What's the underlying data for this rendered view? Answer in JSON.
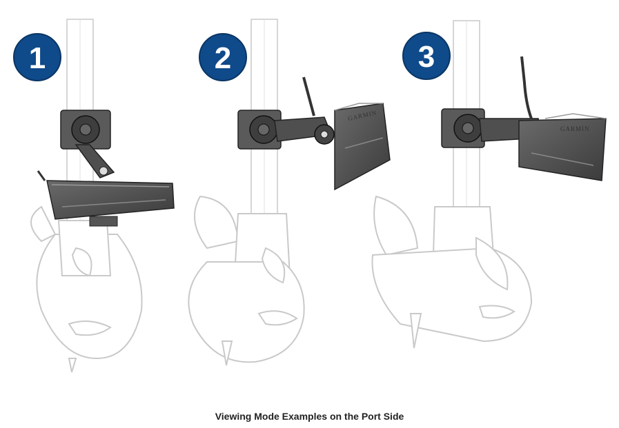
{
  "caption": "Viewing Mode Examples on the Port Side",
  "panels": [
    {
      "number": "1",
      "brand": ""
    },
    {
      "number": "2",
      "brand": "GARMIN"
    },
    {
      "number": "3",
      "brand": "GARMIN"
    }
  ],
  "colors": {
    "badge": "#0f4a8a",
    "mount": "#4a4a4a",
    "motor_outline": "#c9c9c9"
  }
}
